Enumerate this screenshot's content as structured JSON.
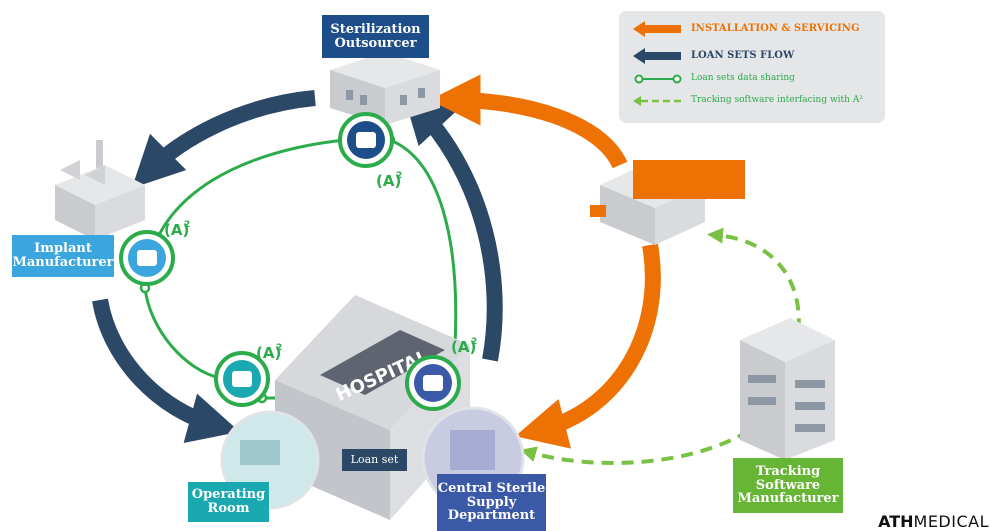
{
  "nodes": {
    "sterilization": {
      "line1": "Sterilization",
      "line2": "Outsourcer",
      "color": "#1d4e89"
    },
    "implant": {
      "line1": "Implant",
      "line2": "Manufacturer",
      "color": "#3aa6dd"
    },
    "operating": {
      "line1": "Operating",
      "line2": "Room",
      "color": "#1ba9b1"
    },
    "central": {
      "line1": "Central Sterile",
      "line2": "Supply",
      "line3": "Department",
      "color": "#3a59a6"
    },
    "tracking": {
      "line1": "Tracking",
      "line2": "Software",
      "line3": "Manufacturer",
      "color": "#67b535"
    },
    "installer": {
      "color": "#ee7203"
    }
  },
  "hospital_sign": "HOSPITAL",
  "loan_set_label": "Loan set",
  "badge_text": "A",
  "badge_sup": "2",
  "legend": {
    "installation": "INSTALLATION & SERVICING",
    "loan_flow": "LOAN SETS FLOW",
    "data_sharing": "Loan sets data sharing",
    "tracking_interface": "Tracking software interfacing with A²"
  },
  "colors": {
    "orange": "#ee7203",
    "navy": "#2b4867",
    "green": "#2bab4a",
    "lightgreen": "#7ac143"
  },
  "brand": {
    "bold": "ATH",
    "thin": "MEDICAL"
  }
}
